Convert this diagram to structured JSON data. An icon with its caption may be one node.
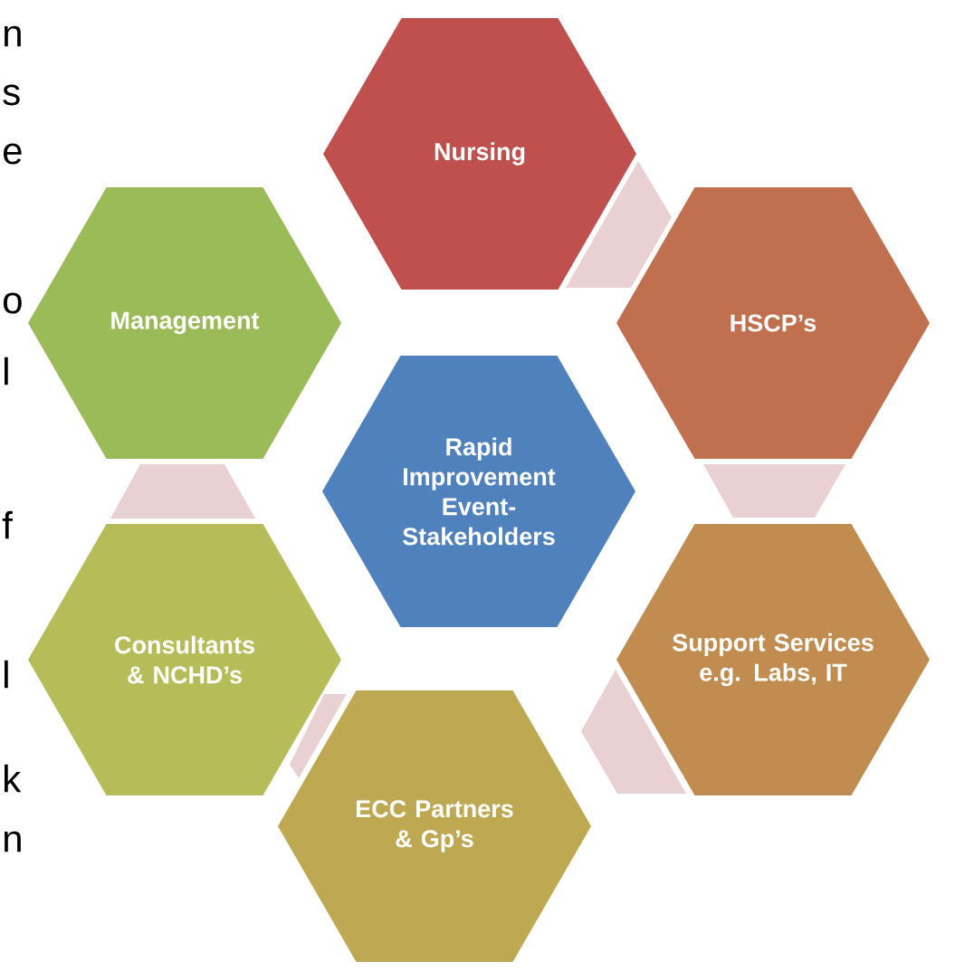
{
  "diagram": {
    "nodes": [
      {
        "text": [
          "Nursing"
        ]
      },
      {
        "text": [
          "Management"
        ]
      },
      {
        "text": [
          "HSCP’s"
        ]
      },
      {
        "text": [
          "Rapid Improvement Event- Stakeholders"
        ]
      },
      {
        "text": [
          "Consultants & NCHD’s"
        ]
      },
      {
        "text": [
          "Support Services e.g. Labs, IT"
        ]
      },
      {
        "text": [
          "ECC Partners & Gp’s"
        ]
      },
      {
        "text": [],
        "shape": "trapezoid"
      },
      {
        "text": [],
        "shape": "trapezoid"
      },
      {
        "text": [],
        "shape": "trapezoid"
      },
      {
        "text": [],
        "shape": "trapezoid"
      },
      {
        "text": [],
        "shape": "trapezoid"
      }
    ],
    "labels": [
      "n",
      "s",
      "e",
      "o",
      "l",
      "f",
      "l",
      "k",
      "n"
    ]
  }
}
